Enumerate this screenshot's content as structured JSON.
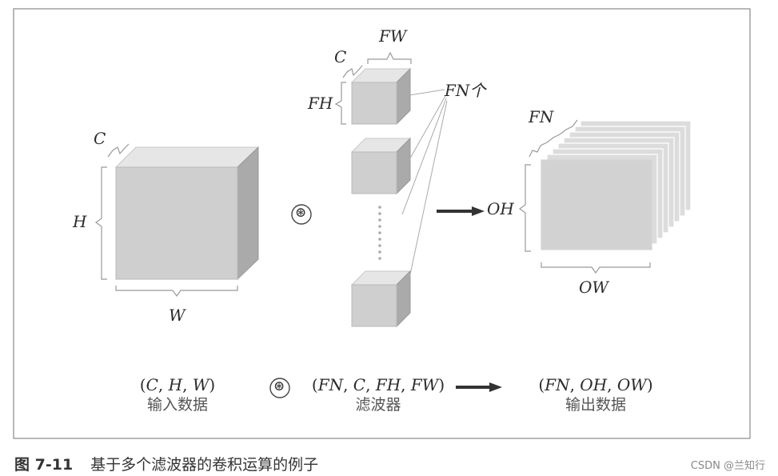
{
  "input": {
    "label_c": "C",
    "label_h": "H",
    "label_w": "W",
    "tuple": [
      "C",
      "H",
      "W"
    ],
    "name": "输入数据"
  },
  "conv_symbol": "⊛",
  "filters": {
    "label_c": "C",
    "label_fw": "FW",
    "label_fh": "FH",
    "label_count": "FN个",
    "tuple": [
      "FN",
      "C",
      "FH",
      "FW"
    ],
    "name": "滤波器"
  },
  "output": {
    "label_fn": "FN",
    "label_oh": "OH",
    "label_ow": "OW",
    "tuple": [
      "FN",
      "OH",
      "OW"
    ],
    "name": "输出数据"
  },
  "caption": {
    "number": "图 7-11",
    "text": "基于多个滤波器的卷积运算的例子"
  },
  "watermark": "CSDN @兰知行"
}
